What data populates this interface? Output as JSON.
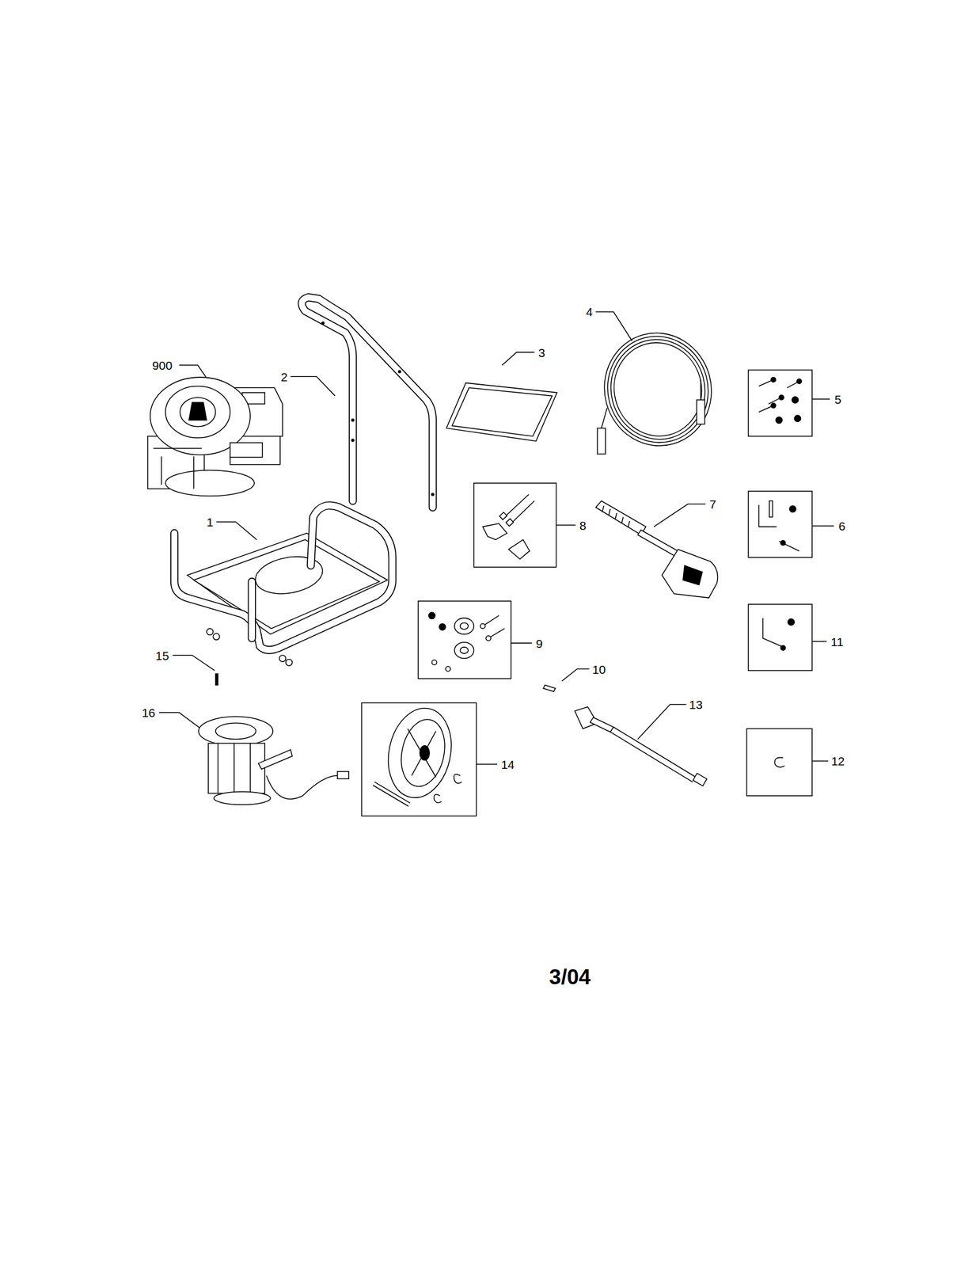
{
  "diagram": {
    "labels": [
      "900",
      "2",
      "3",
      "4",
      "5",
      "1",
      "8",
      "7",
      "6",
      "15",
      "9",
      "11",
      "10",
      "16",
      "13",
      "14",
      "12",
      "3/04"
    ]
  }
}
